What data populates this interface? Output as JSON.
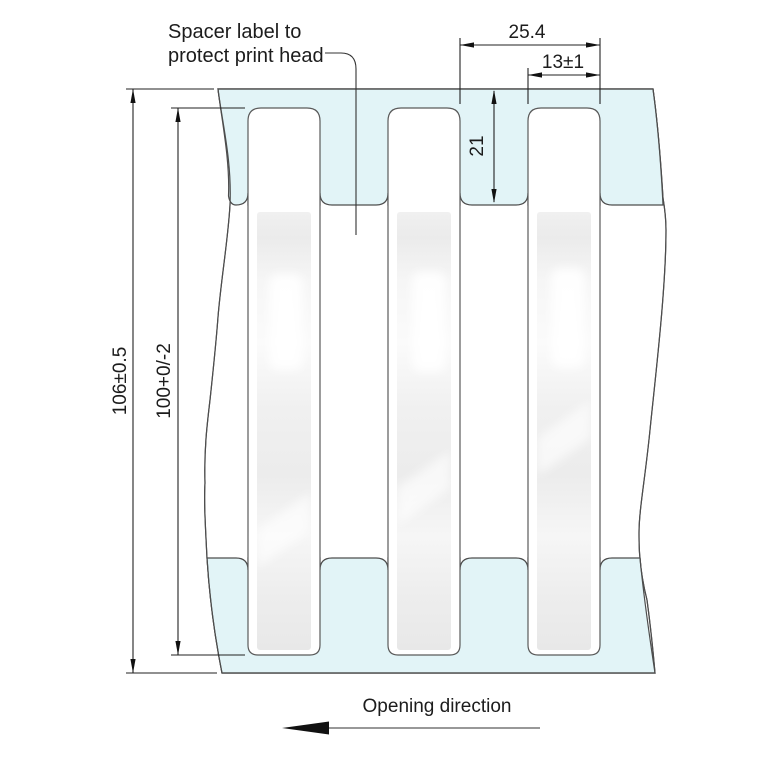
{
  "drawing": {
    "title": "Label web die-cut drawing",
    "annotation": {
      "line1": "Spacer label to",
      "line2": "protect print head"
    },
    "dimensions": {
      "pitch": "25.4",
      "label_width": "13±1",
      "tab_depth": "21",
      "liner_length": "106±0.5",
      "label_length": "100+0/-2"
    },
    "footer": {
      "opening_direction": "Opening direction"
    },
    "colors": {
      "liner_exposed": "#e2f4f7",
      "outline": "#4d4d4d",
      "dimension_line": "#222222",
      "label_face": "#ffffff",
      "glossy_strip": "#ededed",
      "background": "#ffffff"
    }
  }
}
